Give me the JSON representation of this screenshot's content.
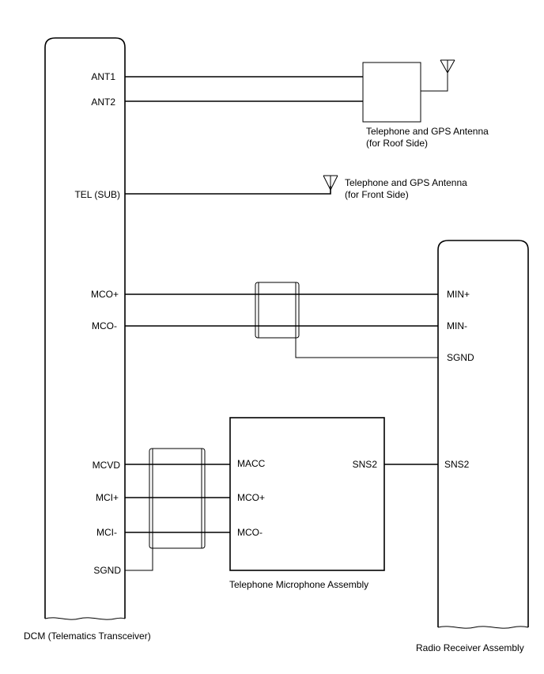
{
  "dcm": {
    "caption": "DCM (Telematics Transceiver)",
    "pins": {
      "ant1": "ANT1",
      "ant2": "ANT2",
      "tel_sub": "TEL (SUB)",
      "mco_plus": "MCO+",
      "mco_minus": "MCO-",
      "mcvd": "MCVD",
      "mci_plus": "MCI+",
      "mci_minus": "MCI-",
      "sgnd": "SGND"
    }
  },
  "roof_antenna": {
    "caption_line1": "Telephone and GPS Antenna",
    "caption_line2": "(for Roof Side)"
  },
  "front_antenna": {
    "caption_line1": "Telephone and GPS Antenna",
    "caption_line2": "(for Front Side)"
  },
  "radio": {
    "caption": "Radio Receiver Assembly",
    "pins": {
      "min_plus": "MIN+",
      "min_minus": "MIN-",
      "sgnd": "SGND",
      "sns2": "SNS2"
    }
  },
  "microphone": {
    "caption": "Telephone Microphone Assembly",
    "pins": {
      "macc": "MACC",
      "mco_plus": "MCO+",
      "mco_minus": "MCO-",
      "sns2": "SNS2"
    }
  }
}
